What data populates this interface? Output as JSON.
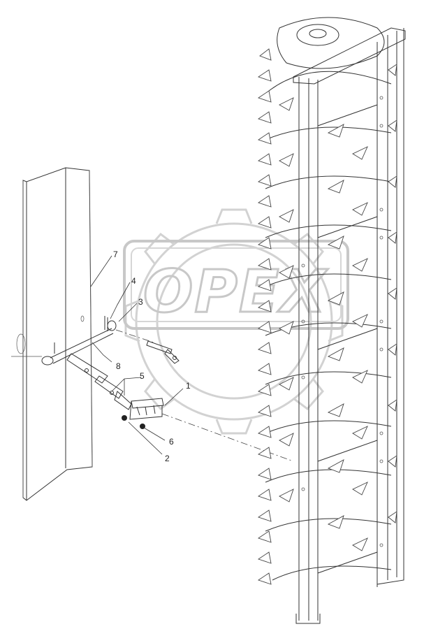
{
  "watermark": {
    "text": "OPEX"
  },
  "callouts": [
    {
      "id": "part-1",
      "label": "1"
    },
    {
      "id": "part-2",
      "label": "2"
    },
    {
      "id": "part-3",
      "label": "3"
    },
    {
      "id": "part-4",
      "label": "4"
    },
    {
      "id": "part-5",
      "label": "5"
    },
    {
      "id": "part-6",
      "label": "6"
    },
    {
      "id": "part-7",
      "label": "7"
    },
    {
      "id": "part-8",
      "label": "8"
    }
  ],
  "colors": {
    "line": "#333333",
    "watermark": "#c8c8c8",
    "background": "#ffffff"
  },
  "icons": {
    "logo": "opex-gear-logo"
  }
}
